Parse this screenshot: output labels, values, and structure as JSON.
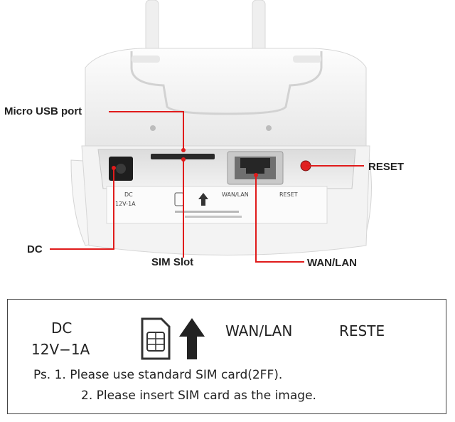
{
  "callouts": {
    "micro_usb": "Micro USB port",
    "reset": "RESET",
    "dc": "DC",
    "sim_slot": "SIM Slot",
    "wan_lan": "WAN/LAN"
  },
  "panel_label": {
    "dc": "DC",
    "power_rating": "12V-1A",
    "wan_lan": "WAN/LAN",
    "reset": "RESET"
  },
  "legend": {
    "dc": "DC",
    "power_rating": "12V−1A",
    "wan_lan": "WAN/LAN",
    "reset": "RESTE",
    "note1": "Ps. 1. Please use standard SIM card(2FF).",
    "note2": "2. Please insert SIM card as the image."
  },
  "colors": {
    "callout_line": "#e01b1b",
    "device_body": "#f4f4f4",
    "reset_button": "#e02020"
  },
  "icons": [
    "sim-card-icon",
    "arrow-up-icon",
    "ethernet-port-icon"
  ]
}
